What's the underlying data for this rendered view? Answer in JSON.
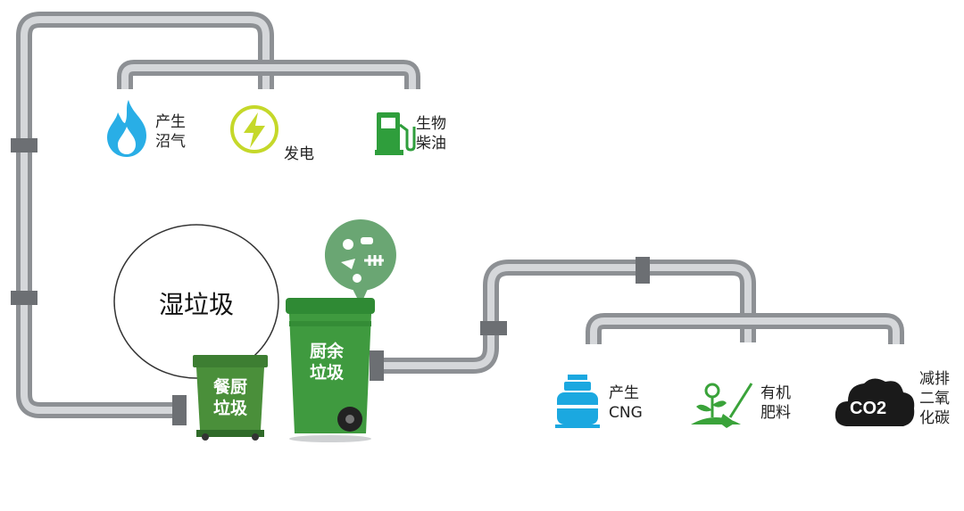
{
  "bubble": {
    "label": "湿垃圾"
  },
  "bins": {
    "kitchen_restaurant": {
      "label": "餐厨\n垃圾",
      "color": "#4a8f3a"
    },
    "kitchen_household": {
      "label": "厨余\n垃圾",
      "color": "#3f9a3f"
    }
  },
  "outputs_top": [
    {
      "label": "产生\n沼气",
      "icon": "flame-icon",
      "color": "#29aee6"
    },
    {
      "label": "发电",
      "icon": "lightning-bolt-icon",
      "color": "#c5d82a"
    },
    {
      "label": "生物\n柴油",
      "icon": "fuel-pump-icon",
      "color": "#2f9e3c"
    }
  ],
  "outputs_bottom": [
    {
      "label": "产生\nCNG",
      "icon": "gas-cylinder-icon",
      "color": "#1ba8e0"
    },
    {
      "label": "有机\n肥料",
      "icon": "plant-shovel-icon",
      "color": "#3aa33a"
    },
    {
      "label": "减排\n二氧\n化碳",
      "icon": "co2-cloud-icon",
      "color": "#1a1a1a",
      "badge": "CO2"
    }
  ],
  "colors": {
    "pipe": "#a9acb0",
    "pipe_dark": "#6c6f73",
    "green": "#3e9b3e"
  }
}
